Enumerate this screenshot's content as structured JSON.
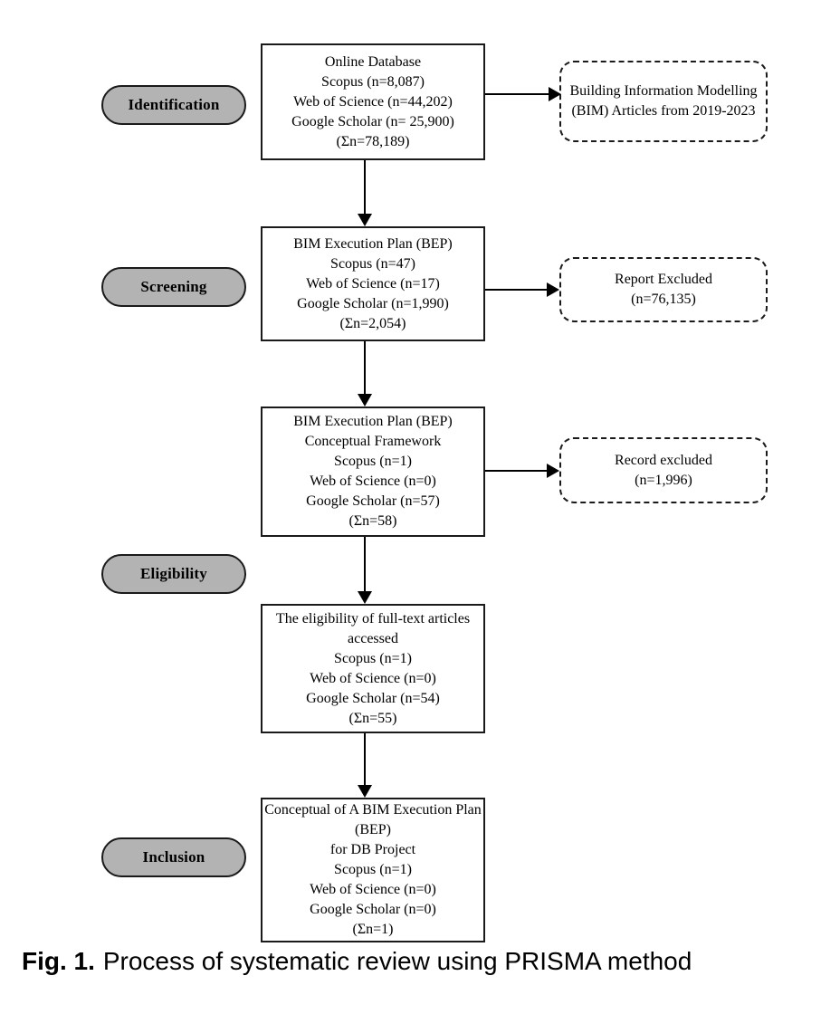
{
  "diagram": {
    "stages": [
      {
        "label": "Identification"
      },
      {
        "label": "Screening"
      },
      {
        "label": "Eligibility"
      },
      {
        "label": "Inclusion"
      }
    ],
    "boxes": [
      {
        "name": "online-database",
        "lines": [
          "Online Database",
          "Scopus (n=8,087)",
          "Web of Science (n=44,202)",
          "Google Scholar (n= 25,900)",
          "(Σn=78,189)"
        ]
      },
      {
        "name": "bep-screening",
        "lines": [
          "BIM Execution Plan (BEP)",
          "Scopus (n=47)",
          "Web of Science (n=17)",
          "Google Scholar (n=1,990)",
          "(Σn=2,054)"
        ]
      },
      {
        "name": "bep-conceptual-framework",
        "lines": [
          "BIM Execution Plan (BEP)",
          "Conceptual Framework",
          "Scopus (n=1)",
          "Web of Science (n=0)",
          "Google Scholar (n=57)",
          "(Σn=58)"
        ]
      },
      {
        "name": "eligibility-fulltext",
        "lines": [
          "The eligibility of full-text articles",
          "accessed",
          "Scopus (n=1)",
          "Web of Science (n=0)",
          "Google Scholar (n=54)",
          "(Σn=55)"
        ]
      },
      {
        "name": "inclusion-conceptual-bep",
        "lines": [
          "Conceptual of A BIM Execution Plan",
          "(BEP)",
          "for DB Project",
          "Scopus (n=1)",
          "Web of Science (n=0)",
          "Google Scholar (n=0)",
          "(Σn=1)"
        ]
      }
    ],
    "excluded": [
      {
        "name": "bim-articles",
        "lines": [
          "Building Information Modelling",
          "(BIM) Articles from 2019-2023"
        ]
      },
      {
        "name": "report-excluded",
        "lines": [
          "Report Excluded",
          "(n=76,135)"
        ]
      },
      {
        "name": "record-excluded",
        "lines": [
          "Record excluded",
          "(n=1,996)"
        ]
      }
    ],
    "caption": {
      "prefix": "Fig. 1.",
      "text": "Process of systematic review using PRISMA method"
    },
    "colors": {
      "stage_fill": "#b3b3b3",
      "border": "#1a1a1a",
      "box_fill": "#ffffff",
      "background": "#ffffff"
    }
  }
}
